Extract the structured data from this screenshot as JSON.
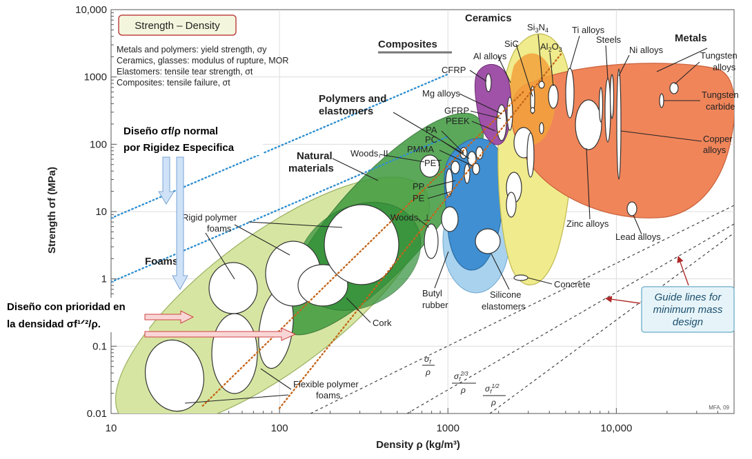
{
  "chart_data": {
    "type": "scatter",
    "xlabel": "Density ρ (kg/m³)",
    "ylabel": "Strength σf (MPa)",
    "xscale": "log",
    "yscale": "log",
    "xlim": [
      10,
      50000
    ],
    "ylim": [
      0.01,
      10000
    ],
    "xticks": [
      "10",
      "100",
      "1000",
      "10,000"
    ],
    "yticks": [
      "0.01",
      "0.1",
      "1",
      "10",
      "100",
      "1000",
      "10,000"
    ],
    "grid": true,
    "credit": "MFA, 09",
    "legend_title": "Strength – Density",
    "legend_notes": [
      "Metals and polymers: yield strength, σy",
      "Ceramics, glasses: modulus of rupture, MOR",
      "Elastomers: tensile tear strength, σt",
      "Composites: tensile failure, σt"
    ],
    "families": [
      {
        "name": "Foams",
        "color": "#d6e6a2"
      },
      {
        "name": "Natural materials",
        "color": "#3f9a3f"
      },
      {
        "name": "Polymers and elastomers",
        "color": "#3f8fd2"
      },
      {
        "name": "Composites",
        "color": "#a052a8"
      },
      {
        "name": "Ceramics",
        "color": "#f0eb8c"
      },
      {
        "name": "Metals",
        "color": "#f0855a"
      }
    ],
    "material_labels": [
      "Rigid polymer foams",
      "Flexible polymer foams",
      "Cork",
      "Woods, II",
      "Woods, ⊥",
      "Butyl rubber",
      "Silicone elastomers",
      "PA",
      "PC",
      "PMMA",
      "PET",
      "PP",
      "PE",
      "GFRP",
      "PEEK",
      "CFRP",
      "Mg alloys",
      "Al alloys",
      "SiC",
      "Si3N4",
      "Al2O3",
      "Ti alloys",
      "Steels",
      "Ni alloys",
      "Tungsten alloys",
      "Tungsten carbide",
      "Copper alloys",
      "Zinc alloys",
      "Lead alloys",
      "Concrete"
    ],
    "guide_lines": [
      "σf/ρ",
      "σf^2/3/ρ",
      "σf^1/2/ρ"
    ],
    "guide_box": [
      "Guide lines for",
      "minimum mass",
      "design"
    ],
    "overlay_lines": [
      {
        "name": "blue-dotted-upper",
        "color": "#2f8fd0",
        "points": [
          [
            10,
            8
          ],
          [
            1000,
            1100
          ]
        ]
      },
      {
        "name": "blue-dotted-lower",
        "color": "#2f8fd0",
        "points": [
          [
            10,
            0.9
          ],
          [
            1000,
            130
          ]
        ]
      },
      {
        "name": "orange-dotted-left",
        "color": "#c5661b",
        "points": [
          [
            35,
            0.013
          ],
          [
            2800,
            600
          ]
        ]
      },
      {
        "name": "orange-dotted-right",
        "color": "#c5661b",
        "points": [
          [
            100,
            0.012
          ],
          [
            4700,
            2200
          ]
        ]
      }
    ],
    "annotations": {
      "blue_design_line1": "Diseño σf/ρ normal",
      "blue_design_line2": "por Rigidez Especifica",
      "red_design_line1": "Diseño con prioridad en",
      "red_design_line2": "la densidad σf¹ᐟ²/ρ."
    }
  }
}
